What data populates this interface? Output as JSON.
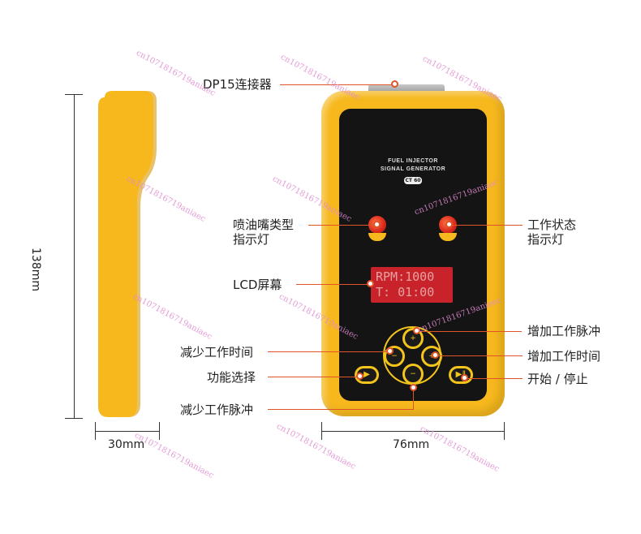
{
  "labels": {
    "dp15": "DP15连接器",
    "injector_type_1": "喷油嘴类型",
    "injector_type_2": "指示灯",
    "work_state_1": "工作状态",
    "work_state_2": "指示灯",
    "lcd": "LCD屏幕",
    "dec_time": "减少工作时间",
    "func_select": "功能选择",
    "dec_pulse": "减少工作脉冲",
    "inc_pulse": "增加工作脉冲",
    "inc_time": "增加工作时间",
    "start_stop": "开始 / 停止"
  },
  "dimensions": {
    "height": "138mm",
    "side_width": "30mm",
    "front_width": "76mm"
  },
  "device": {
    "title_line1": "FUEL INJECTOR",
    "title_line2": "SIGNAL GENERATOR",
    "model": "CT 60",
    "lcd_line1": "RPM:1000",
    "lcd_line2": "T: 01:00"
  },
  "watermark": "cn1071816719aniaec",
  "colors": {
    "body_yellow": "#f6b81d",
    "panel_black": "#141414",
    "leader_orange": "#e0542a",
    "lcd_red": "#c8232a"
  },
  "icons": [
    "connector-icon",
    "led-icon",
    "plus-icon",
    "minus-icon",
    "play-pause-icon",
    "function-icon"
  ]
}
